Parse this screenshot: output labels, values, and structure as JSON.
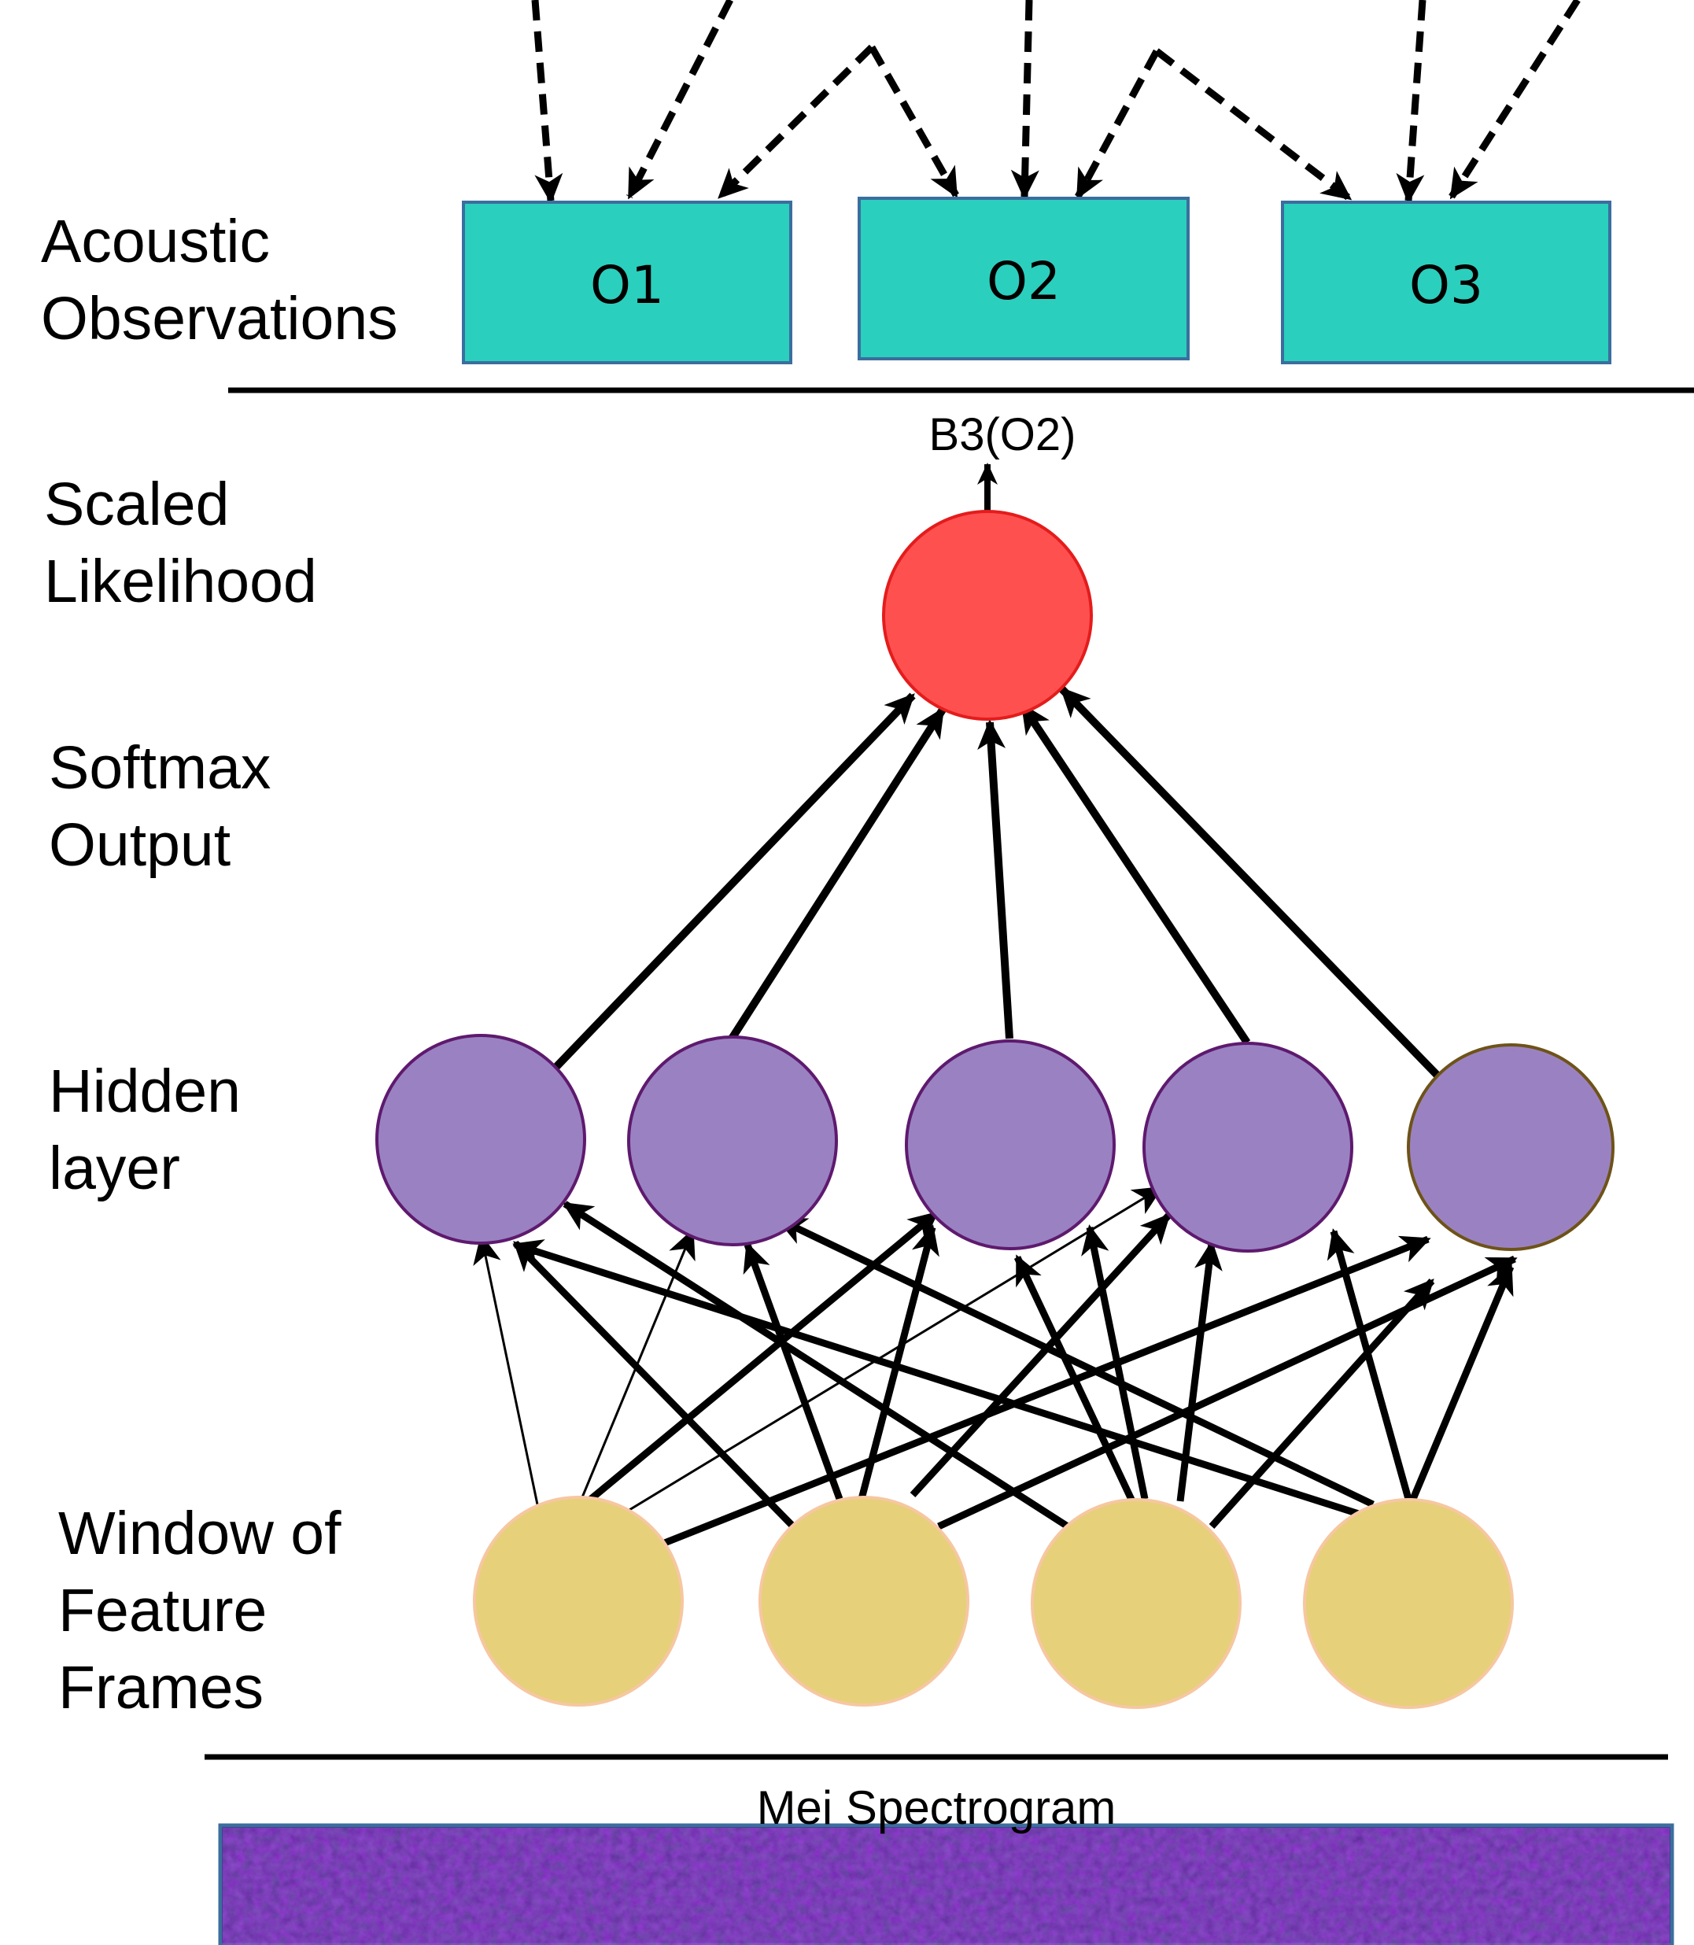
{
  "labels": {
    "acoustic": [
      "Acoustic",
      "Observations"
    ],
    "scaled": [
      "Scaled",
      "Likelihood"
    ],
    "softmax": [
      "Softmax",
      "Output"
    ],
    "hidden": [
      "Hidden",
      "layer"
    ],
    "window": [
      "Window of",
      "Feature",
      "Frames"
    ]
  },
  "observations": [
    "O1",
    "O2",
    "O3"
  ],
  "output_label": "B3(O2)",
  "spectrogram_label": "Mei Spectrogram",
  "colors": {
    "observation_fill": "#2bcfbd",
    "observation_stroke": "#3b6e9e",
    "output_fill": "#ff5050",
    "output_stroke": "#e41c1c",
    "hidden_fill": "#9a82c2",
    "hidden_stroke": "#5e1a6e",
    "input_fill": "#e6d07a",
    "input_stroke": "#f6c7a0",
    "spectrogram": "#3f1a7a"
  }
}
